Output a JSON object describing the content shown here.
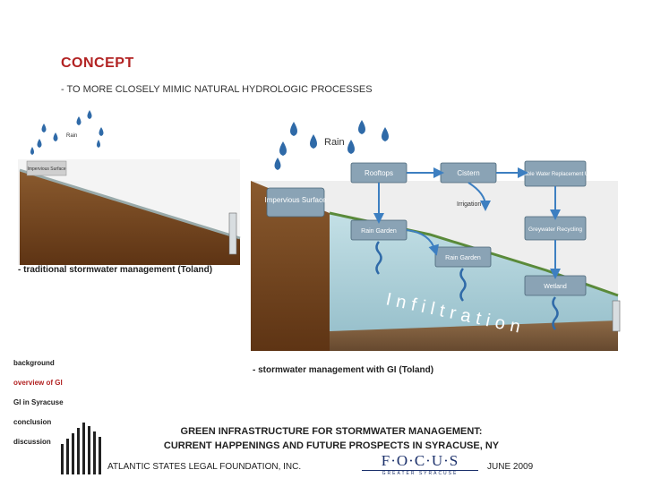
{
  "slide": {
    "title": "CONCEPT",
    "subtitle": "- TO MORE CLOSELY MIMIC NATURAL HYDROLOGIC PROCESSES"
  },
  "left_diagram": {
    "rain_label": "Rain",
    "surface_label": "Impervious Surface",
    "caption": "- traditional stormwater management (Toland)"
  },
  "right_diagram": {
    "rain_label": "Rain",
    "boxes": {
      "impervious": "Impervious Surface",
      "rooftops": "Rooftops",
      "cistern": "Cistern",
      "potable": "Potable Water Replacement Use",
      "irrigation": "Irrigation",
      "rain_garden_1": "Rain Garden",
      "rain_garden_2": "Rain Garden",
      "greywater": "Greywater Recycling",
      "wetland": "Wetland"
    },
    "infiltration": "Infiltration",
    "caption_prefix": "- stormwater management with ",
    "caption_bold": "GI",
    "caption_suffix": " (Toland)"
  },
  "nav": {
    "items": [
      "background",
      "overview of GI",
      "GI in Syracuse",
      "conclusion",
      "discussion"
    ],
    "active_index": 1
  },
  "footer": {
    "title_line1": "GREEN INFRASTRUCTURE FOR STORMWATER MANAGEMENT:",
    "title_line2": "CURRENT HAPPENINGS AND FUTURE PROSPECTS IN SYRACUSE, NY",
    "org": "ATLANTIC STATES LEGAL FOUNDATION, INC.",
    "logo_text": "F·O·C·U·S",
    "logo_subtext": "GREATER SYRACUSE",
    "date": "JUNE 2009"
  },
  "colors": {
    "title": "#b22222",
    "soil": "#7a4a22",
    "water": "#a9cfd8",
    "box": "#8aa3b5",
    "arrow": "#3d7fc1"
  }
}
